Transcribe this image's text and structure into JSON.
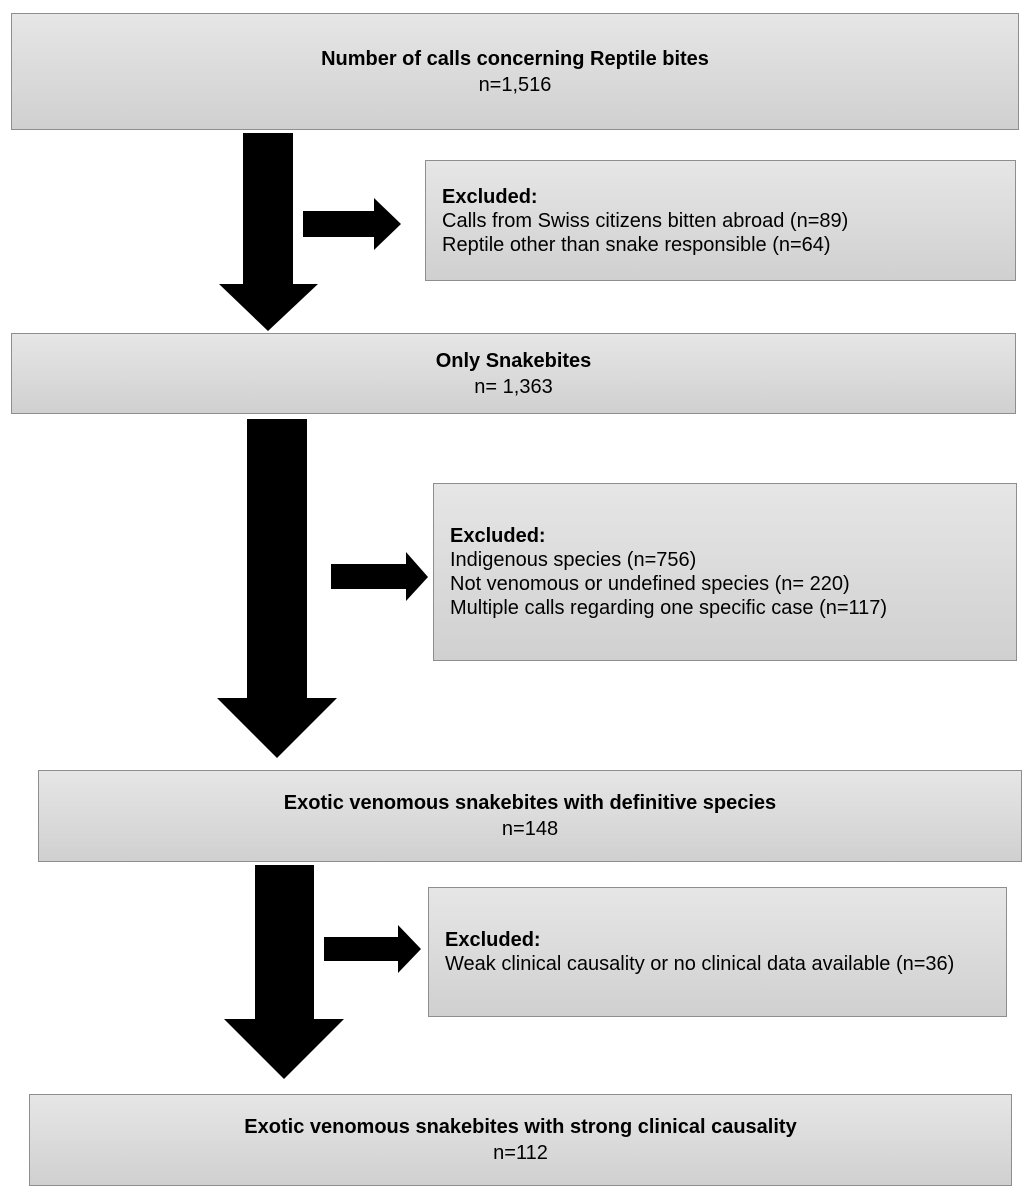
{
  "boxes": {
    "b1": {
      "title": "Number of calls concerning Reptile bites",
      "n": "n=1,516"
    },
    "b2": {
      "title": "Only Snakebites",
      "n": "n= 1,363"
    },
    "b3": {
      "title": "Exotic venomous snakebites with definitive species",
      "n": "n=148"
    },
    "b4": {
      "title": "Exotic venomous snakebites with strong clinical causality",
      "n": "n=112"
    }
  },
  "exclusions": {
    "e1": {
      "title": "Excluded:",
      "items": [
        "Calls from Swiss citizens bitten abroad (n=89)",
        "Reptile other than snake responsible (n=64)"
      ]
    },
    "e2": {
      "title": "Excluded:",
      "items": [
        "Indigenous species (n=756)",
        "Not venomous or undefined species (n= 220)",
        "Multiple calls regarding one specific case (n=117)"
      ]
    },
    "e3": {
      "title": "Excluded:",
      "items": [
        "Weak clinical causality or no clinical data available (n=36)"
      ]
    }
  },
  "colors": {
    "box_fill_top": "#e6e6e6",
    "box_fill_bottom": "#d0d0d0",
    "box_border": "#8e8e8e",
    "arrow": "#000000"
  }
}
